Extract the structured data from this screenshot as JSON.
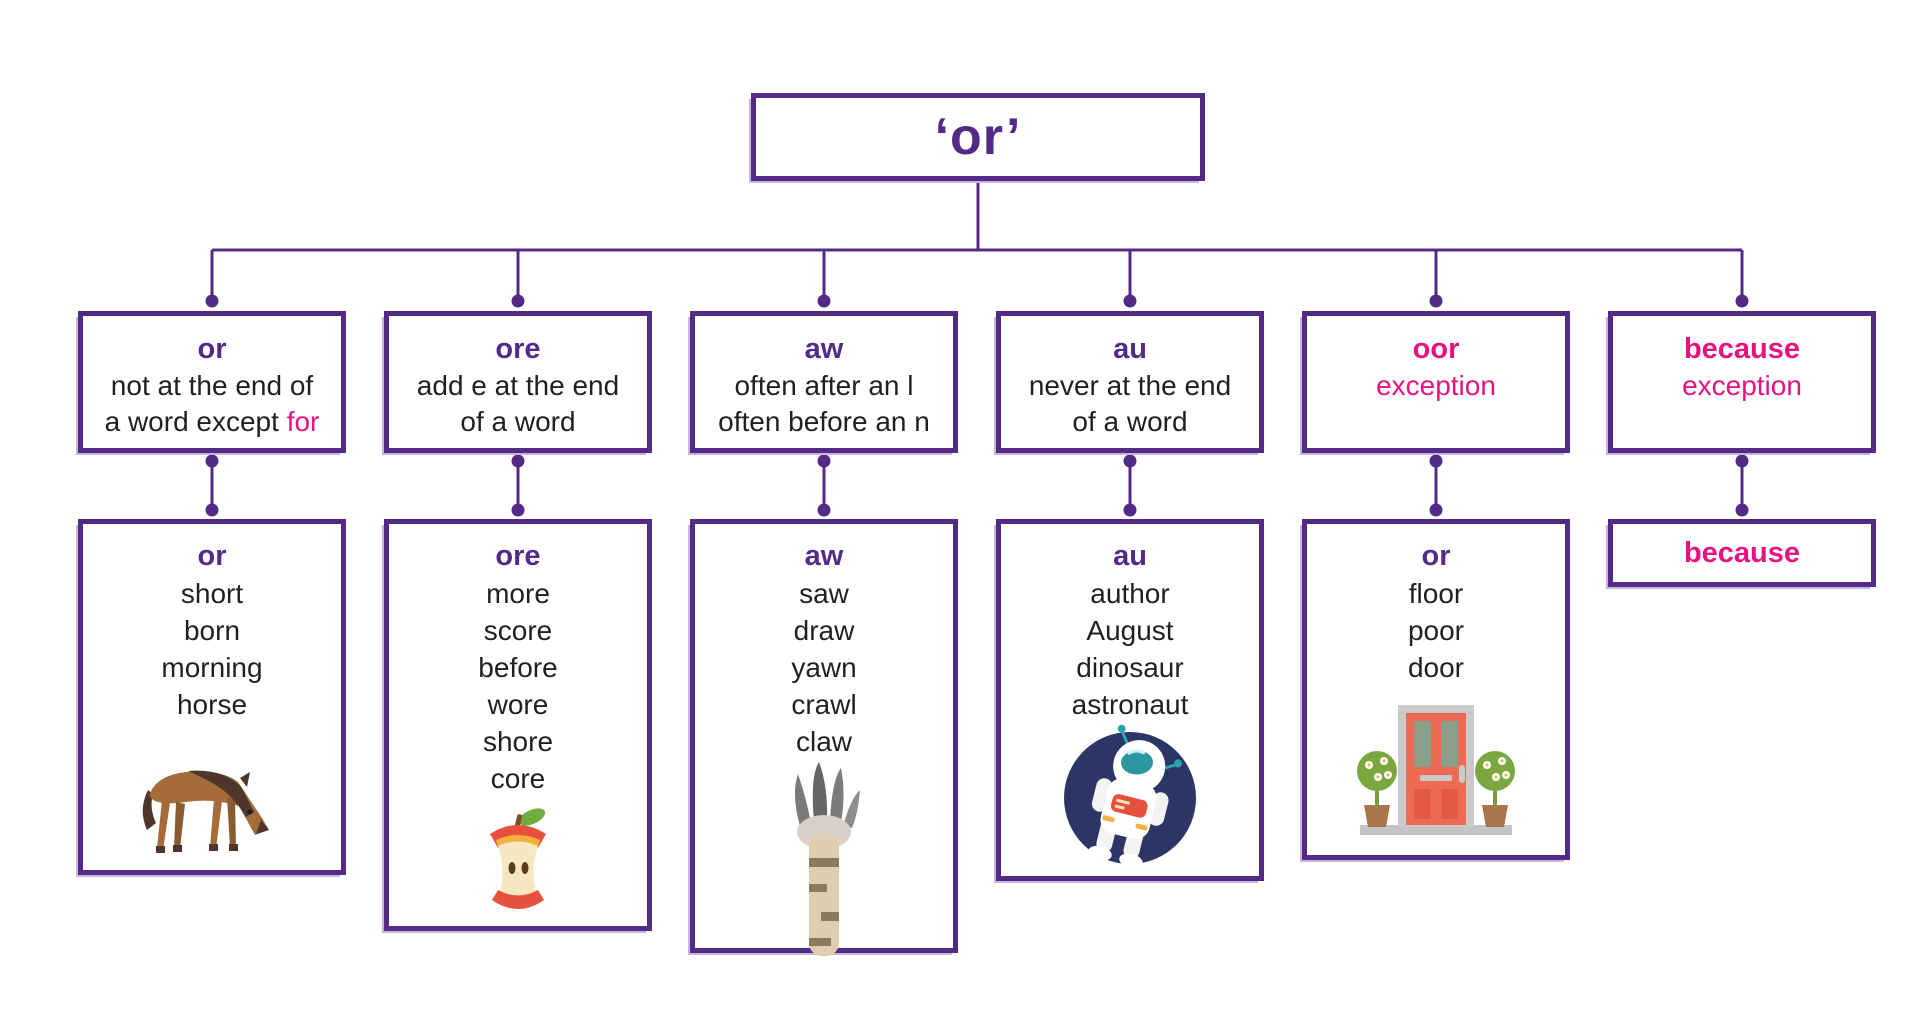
{
  "colors": {
    "purple": "#532b86",
    "pink": "#e6137e",
    "text": "#231f20",
    "background": "#ffffff"
  },
  "root": {
    "label": "‘or’"
  },
  "columns": [
    {
      "rule": {
        "heading": "or",
        "line1": "not at the end of",
        "line2": "a word except ",
        "line2_highlight": "for"
      },
      "examples": {
        "heading": "or",
        "words": [
          "short",
          "born",
          "morning",
          "horse"
        ],
        "icon": "horse-grazing"
      }
    },
    {
      "rule": {
        "heading": "ore",
        "line1": "add e at the end",
        "line2": "of a word"
      },
      "examples": {
        "heading": "ore",
        "words": [
          "more",
          "score",
          "before",
          "wore",
          "shore",
          "core"
        ],
        "icon": "apple-core"
      }
    },
    {
      "rule": {
        "heading": "aw",
        "line1": "often after an l",
        "line2": "often before an n"
      },
      "examples": {
        "heading": "aw",
        "words": [
          "saw",
          "draw",
          "yawn",
          "crawl",
          "claw"
        ],
        "icon": "bird-claw"
      }
    },
    {
      "rule": {
        "heading": "au",
        "line1": "never at the end",
        "line2": "of a word"
      },
      "examples": {
        "heading": "au",
        "words": [
          "author",
          "August",
          "dinosaur",
          "astronaut"
        ],
        "icon": "astronaut"
      }
    },
    {
      "rule": {
        "heading": "oor",
        "line1": "exception"
      },
      "examples": {
        "heading": "or",
        "words": [
          "floor",
          "poor",
          "door"
        ],
        "icon": "front-door"
      }
    },
    {
      "rule": {
        "heading": "because",
        "line1": "exception"
      },
      "examples": {
        "heading": "because",
        "words": []
      }
    }
  ]
}
